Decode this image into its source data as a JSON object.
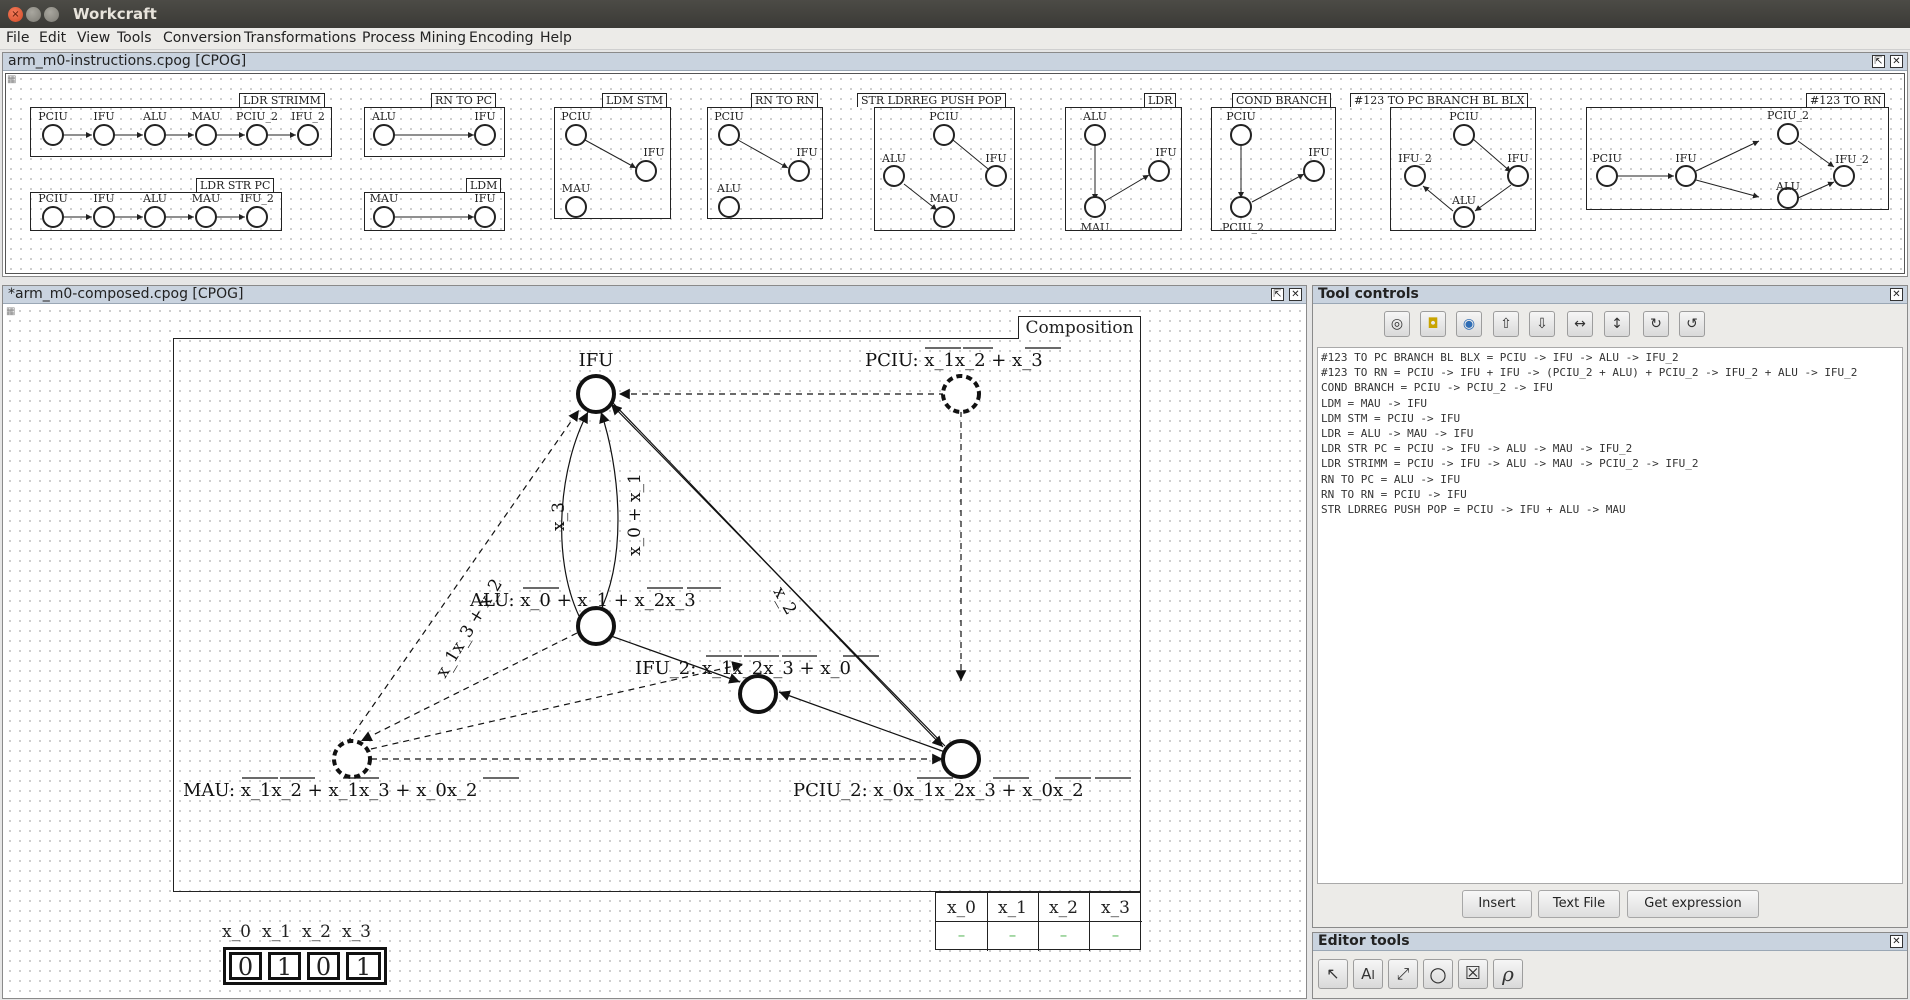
{
  "window": {
    "title": "Workcraft"
  },
  "menu": [
    "File",
    "Edit",
    "View",
    "Tools",
    "Conversion",
    "Transformations",
    "Process Mining",
    "Encoding",
    "Help"
  ],
  "instructions_panel": {
    "title": "arm_m0-instructions.cpog [CPOG]",
    "graphs": [
      {
        "name": "LDR STRIMM",
        "vertices": [
          "PCIU",
          "IFU",
          "ALU",
          "MAU",
          "PCIU_2",
          "IFU_2"
        ]
      },
      {
        "name": "RN TO PC",
        "vertices": [
          "ALU",
          "IFU"
        ]
      },
      {
        "name": "LDM STM",
        "vertices": [
          "PCIU",
          "IFU",
          "MAU"
        ]
      },
      {
        "name": "RN TO RN",
        "vertices": [
          "PCIU",
          "IFU",
          "ALU"
        ]
      },
      {
        "name": "STR LDRREG PUSH POP",
        "vertices": [
          "PCIU",
          "ALU",
          "IFU",
          "MAU"
        ]
      },
      {
        "name": "LDR",
        "vertices": [
          "ALU",
          "IFU",
          "MAU"
        ]
      },
      {
        "name": "COND BRANCH",
        "vertices": [
          "PCIU",
          "IFU",
          "PCIU_2"
        ]
      },
      {
        "name": "#123 TO PC BRANCH BL BLX",
        "vertices": [
          "PCIU",
          "IFU_2",
          "IFU",
          "ALU"
        ]
      },
      {
        "name": "#123 TO RN",
        "vertices": [
          "PCIU",
          "IFU",
          "PCIU_2",
          "ALU",
          "IFU_2"
        ]
      },
      {
        "name": "LDR STR PC",
        "vertices": [
          "PCIU",
          "IFU",
          "ALU",
          "MAU",
          "IFU_2"
        ]
      },
      {
        "name": "LDM",
        "vertices": [
          "MAU",
          "IFU"
        ]
      }
    ]
  },
  "composed_panel": {
    "title": "*arm_m0-composed.cpog [CPOG]",
    "scenario_name": "Composition",
    "vertices": {
      "ifu": "IFU",
      "pciu": "PCIU: x_1x_2 + x_3",
      "alu": "ALU: x_0 + x_1 + x_2x_3",
      "ifu2": "IFU_2: x_1x_2x_3 + x_0",
      "mau": "MAU: x_1x_2 + x_1x_3 + x_0x_2",
      "pciu2": "PCIU_2: x_0x_1x_2x_3 + x_0x_2"
    },
    "arc_conditions": {
      "alu_ifu_left": "x_3",
      "alu_ifu_right": "x_0 + x_1",
      "pciu2_ifu": "x_2",
      "mau_ifu": "x_1x_3 + x_2"
    },
    "variable_table": {
      "headers": [
        "x_0",
        "x_1",
        "x_2",
        "x_3"
      ],
      "values": [
        "–",
        "–",
        "–",
        "–"
      ]
    },
    "encoding": {
      "labels": [
        "x_0",
        "x_1",
        "x_2",
        "x_3"
      ],
      "bits": [
        "0",
        "1",
        "0",
        "1"
      ]
    }
  },
  "tool_controls": {
    "title": "Tool controls",
    "icons": [
      "select-icon",
      "new-icon",
      "edit-icon",
      "move-up-icon",
      "move-down-icon",
      "horizontal-icon",
      "vertical-icon",
      "rotate-cw-icon",
      "rotate-ccw-icon"
    ],
    "expressions": [
      "#123 TO PC BRANCH BL BLX = PCIU -> IFU -> ALU -> IFU_2",
      "#123 TO RN = PCIU -> IFU + IFU -> (PCIU_2 + ALU) + PCIU_2 -> IFU_2 + ALU -> IFU_2",
      "COND BRANCH = PCIU -> PCIU_2 -> IFU",
      "LDM = MAU -> IFU",
      "LDM STM = PCIU -> IFU",
      "LDR = ALU -> MAU -> IFU",
      "LDR STR PC = PCIU -> IFU -> ALU -> MAU -> IFU_2",
      "LDR STRIMM = PCIU -> IFU -> ALU -> MAU -> PCIU_2 -> IFU_2",
      "RN TO PC = ALU -> IFU",
      "RN TO RN = PCIU -> IFU",
      "STR LDRREG PUSH POP = PCIU -> IFU + ALU -> MAU"
    ],
    "buttons": {
      "insert": "Insert",
      "text_file": "Text File",
      "get_expression": "Get expression"
    }
  },
  "editor_tools": {
    "title": "Editor tools",
    "tools": [
      "select-tool-icon",
      "text-tool-icon",
      "connect-tool-icon",
      "vertex-tool-icon",
      "variable-tool-icon",
      "rho-tool-icon"
    ]
  }
}
